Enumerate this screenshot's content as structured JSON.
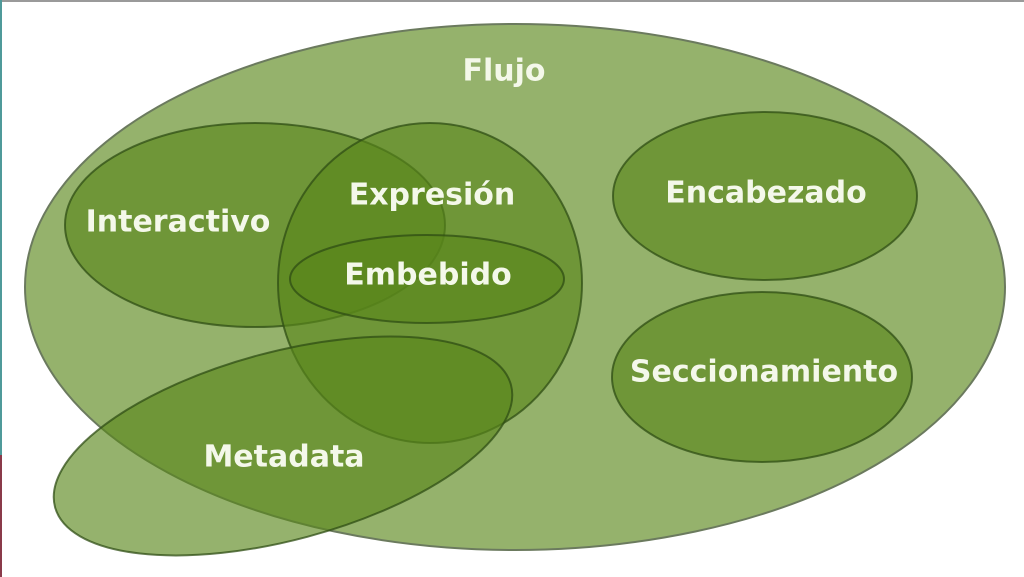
{
  "diagram": {
    "title": "Flujo",
    "sets": {
      "flow": "Flujo",
      "interactive": "Interactivo",
      "expression": "Expresión",
      "embedded": "Embebido",
      "heading": "Encabezado",
      "sectioning": "Seccionamiento",
      "metadata": "Metadata"
    },
    "colors": {
      "outer": "#95b26c",
      "overlap": "#6f952f",
      "text": "#f4f8ea"
    }
  }
}
